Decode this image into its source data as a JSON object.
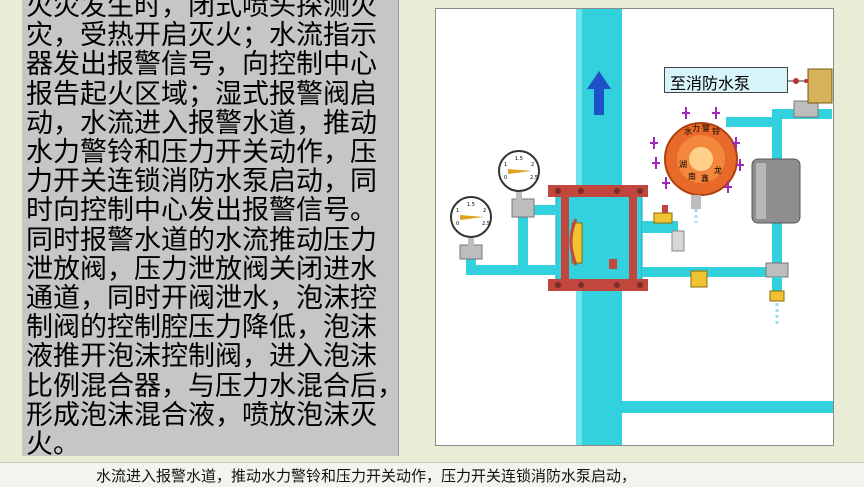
{
  "panel": {
    "text": "火灾发生时，闭式喷头探测火\n灾，受热开启灭火；水流指示\n器发出报警信号，向控制中心\n报告起火区域；湿式报警阀启\n动，水流进入报警水道，推动\n水力警铃和压力开关动作，压\n力开关连锁消防水泵启动，同\n时向控制中心发出报警信号。\n同时报警水道的水流推动压力\n泄放阀，压力泄放阀关闭进水\n通道，同时开阀泄水，泡沫控\n制阀的控制腔压力降低，泡沫\n液推开泡沫控制阀，进入泡沫\n比例混合器，与压力水混合后，\n形成泡沫混合液，喷放泡沫灭\n火。"
  },
  "diagram": {
    "pump_label": "至消防水泵",
    "bell_text": [
      "水",
      "力",
      "警",
      "铃",
      "湖",
      "南",
      "鑫",
      "龙"
    ],
    "gauge_ticks": [
      "1.5",
      "1",
      "2",
      "0",
      "2.5"
    ],
    "colors": {
      "pipe": "#33d0de",
      "pipe_dark": "#1aa7b3",
      "flange": "#c0463e",
      "bell": "#e86a2a",
      "arrow": "#1e50c8",
      "tank": "#8e8e8e"
    }
  },
  "subtitle": {
    "text": "水流进入报警水道，推动水力警铃和压力开关动作，压力开关连锁消防水泵启动，"
  }
}
